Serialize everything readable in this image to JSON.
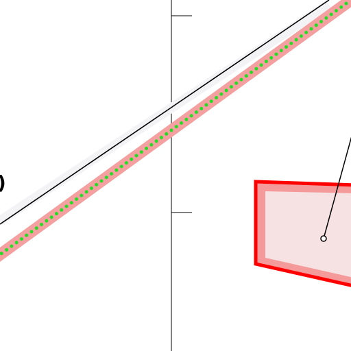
{
  "diagram": {
    "partial_label": ")",
    "colors": {
      "background": "#ffffff",
      "axis": "#000000",
      "thin_line": "#000000",
      "thin_line_shadow": "#f3f3f6",
      "band": "#f4a0a0",
      "dotted_line": "#22dd22",
      "polygon_stroke": "#ff0000",
      "polygon_inner_band": "#f49a9a",
      "polygon_fill": "#f6e1e3",
      "pointer": "#000000"
    },
    "elements": {
      "vertical_axis": "vertical-axis",
      "tick_marks": 2,
      "lines": [
        "thin-diagonal-line",
        "pink-band-line",
        "green-dotted-line"
      ],
      "shape": "red-quadrilateral",
      "pointer": "pointer-line-with-circle"
    }
  }
}
